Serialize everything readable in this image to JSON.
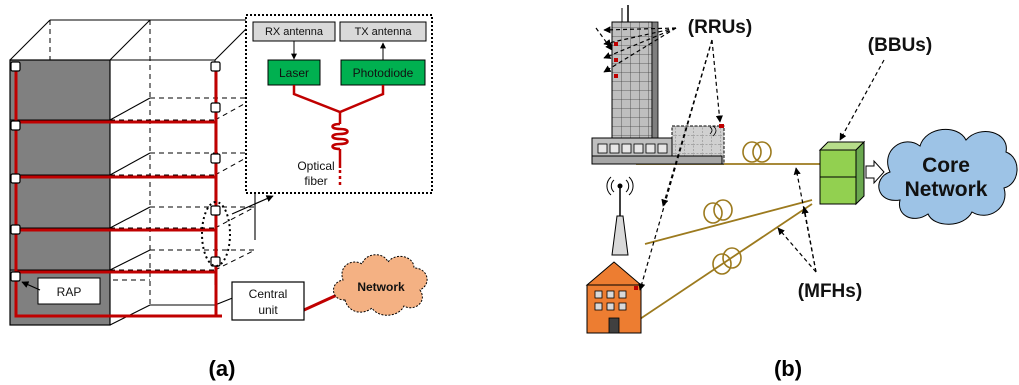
{
  "panel_a": {
    "caption": "(a)",
    "rx_antenna": "RX antenna",
    "tx_antenna": "TX antenna",
    "laser": "Laser",
    "photodiode": "Photodiode",
    "optical_fiber_line1": "Optical",
    "optical_fiber_line2": "fiber",
    "rap": "RAP",
    "central_unit_line1": "Central",
    "central_unit_line2": "unit",
    "network": "Network"
  },
  "panel_b": {
    "caption": "(b)",
    "rrus": "(RRUs)",
    "bbus": "(BBUs)",
    "mfhs": "(MFHs)",
    "core_line1": "Core",
    "core_line2": "Network"
  },
  "colors": {
    "fiber_red": "#c00000",
    "fronthaul_olive": "#9c7a1e",
    "component_green": "#00b050",
    "antenna_grey": "#d9d9d9",
    "building_dark": "#808080",
    "cloud_blue": "#9dc3e6",
    "cloud_orange": "#f4b183",
    "house_orange": "#ed7d31",
    "bbu_green": "#92d050"
  }
}
